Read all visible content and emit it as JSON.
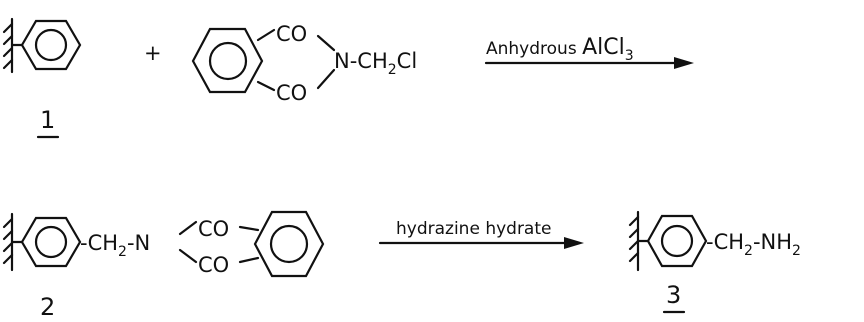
{
  "reaction_1": {
    "plus": "+",
    "reagent": {
      "co_top": "CO",
      "co_bottom": "CO",
      "n_group": "N-CH",
      "sub_2": "2",
      "cl": "Cl"
    },
    "condition_prefix": "Anhydrous ",
    "condition_main": "AlCl",
    "condition_sub": "3"
  },
  "compound_1": {
    "number": "1"
  },
  "compound_2": {
    "number": "2",
    "ch": "-CH",
    "sub_2": "2",
    "n": "-N",
    "co_top": "CO",
    "co_bottom": "CO"
  },
  "reaction_2": {
    "condition": "hydrazine hydrate"
  },
  "compound_3": {
    "number": "3",
    "ch": "-CH",
    "sub_2": "2",
    "nh": "-NH",
    "sub_nh": "2"
  }
}
